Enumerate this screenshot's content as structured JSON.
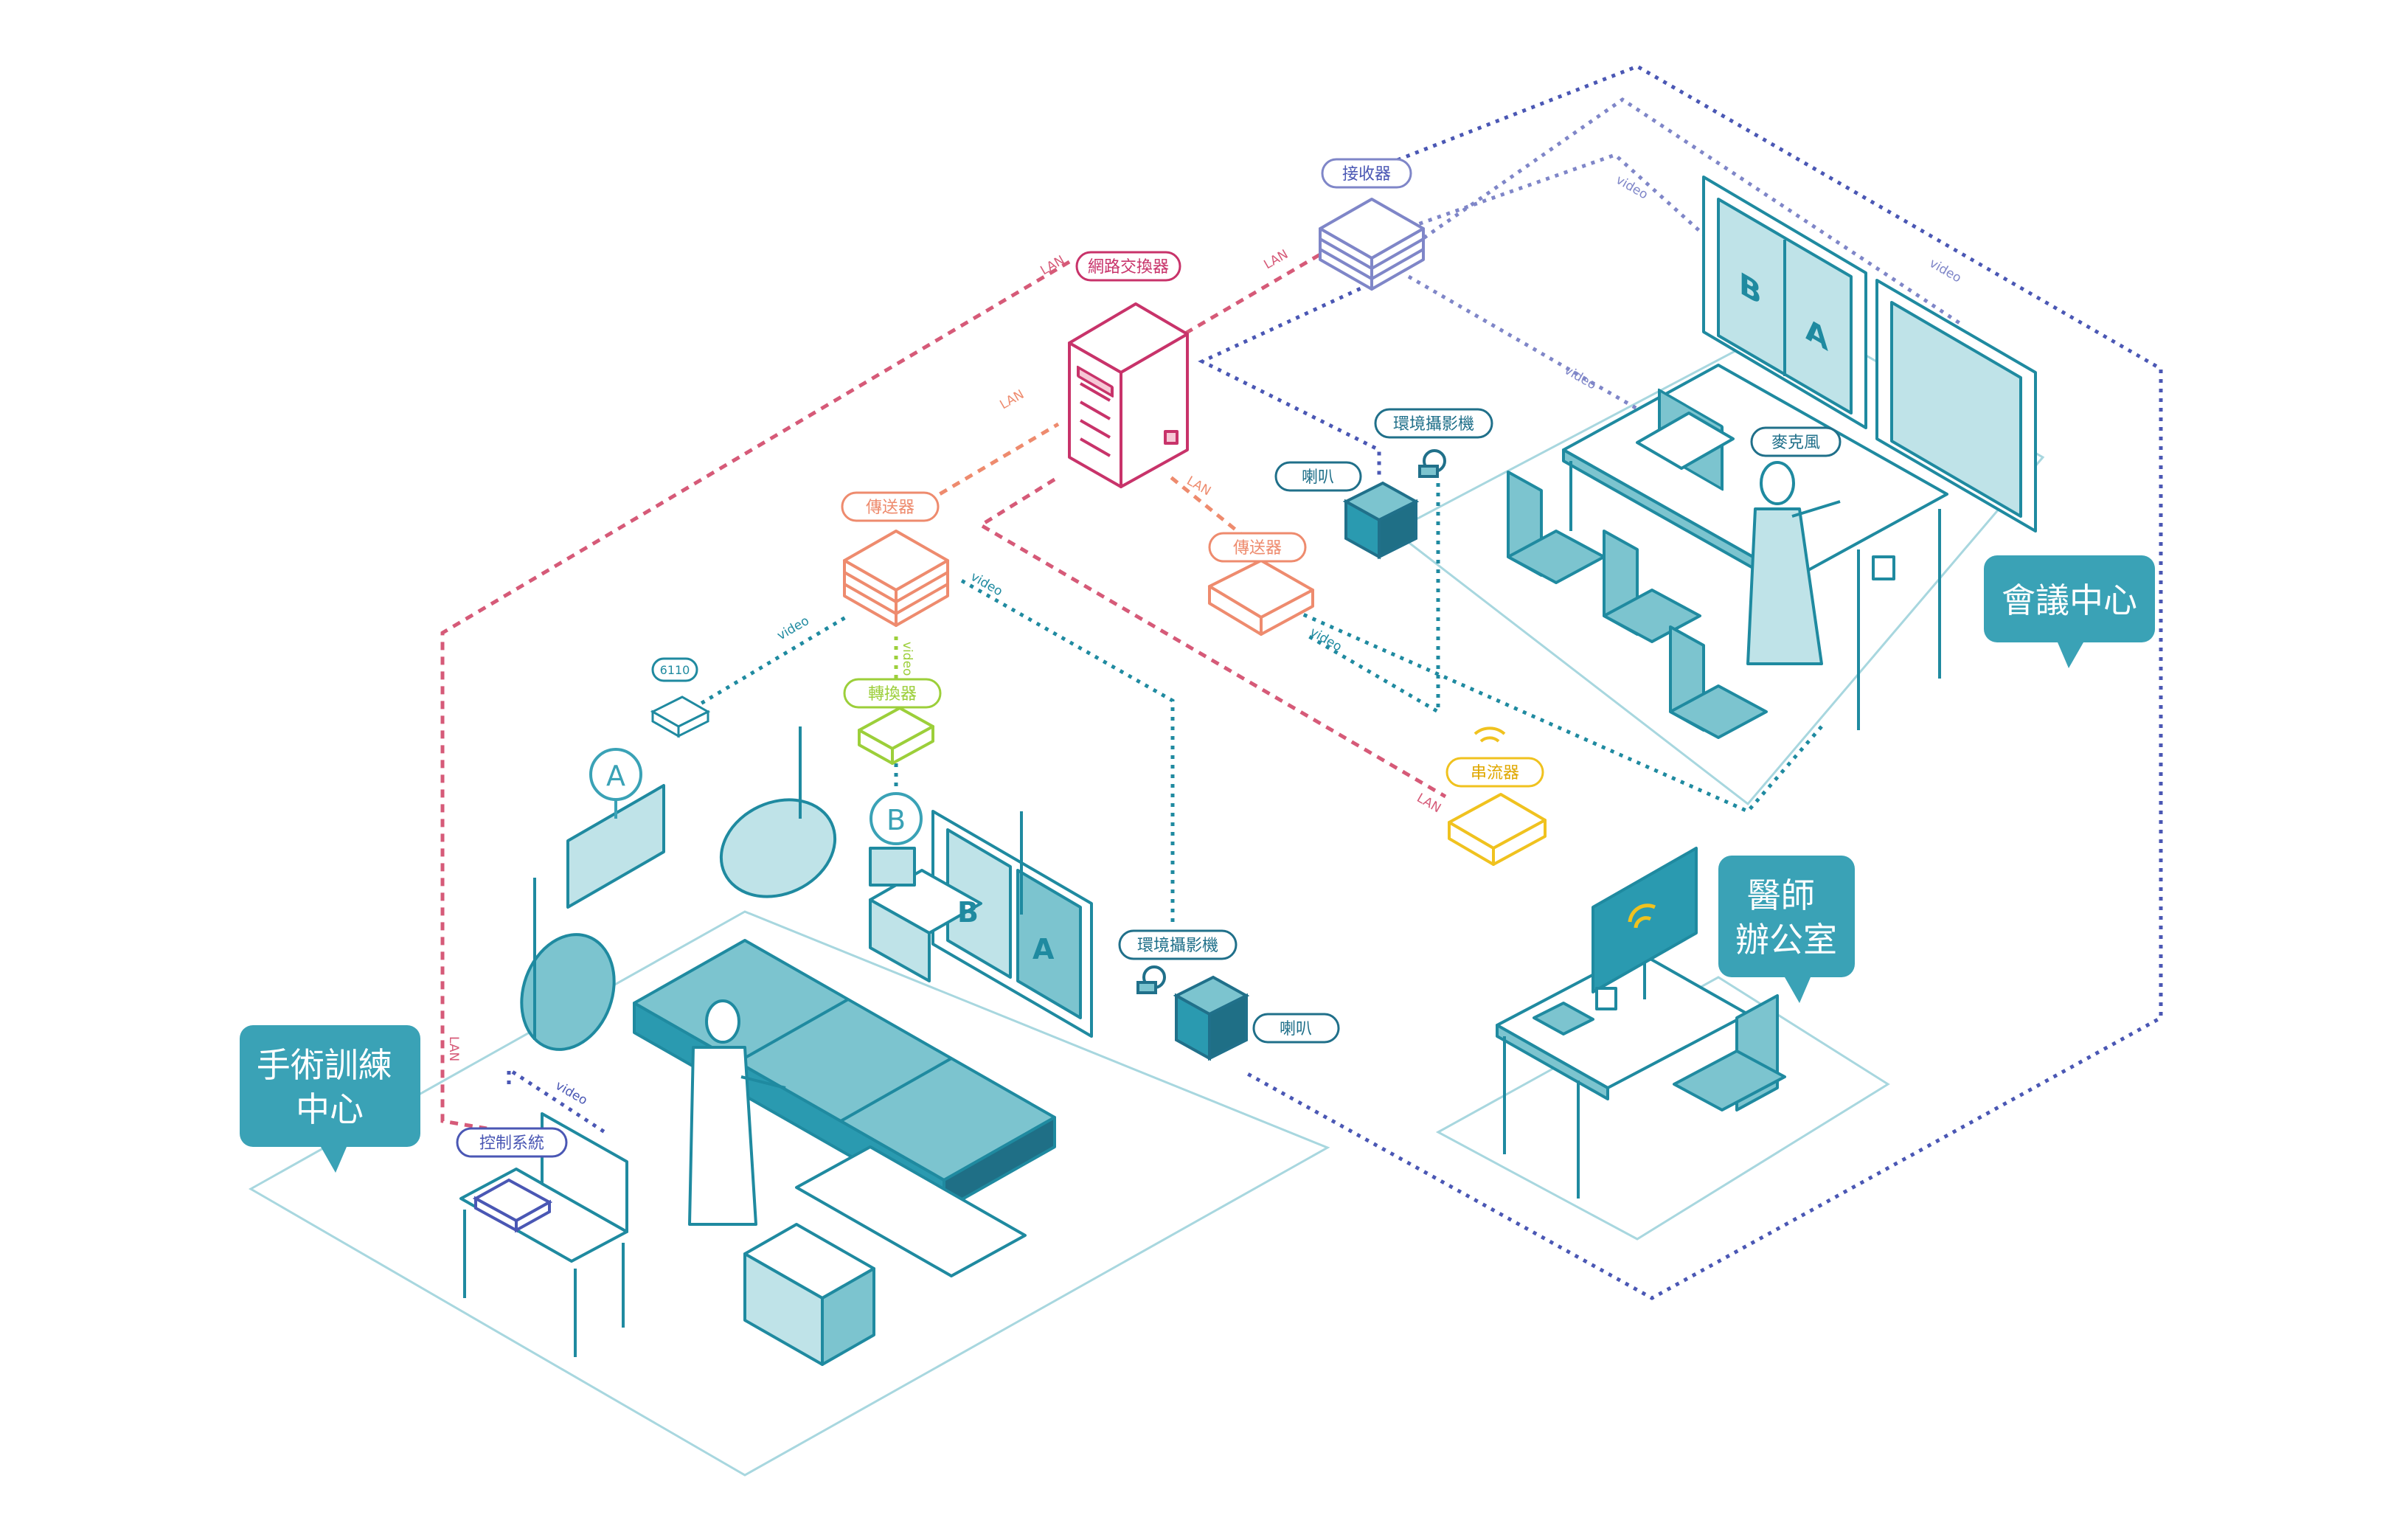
{
  "colors": {
    "teal": "#1f8aa0",
    "teal_fill": "#7cc4cf",
    "teal_light": "#bfe3e8",
    "teal_dark": "#2a9ab0",
    "lan_red": "#d65a78",
    "lan_orange": "#ee8b6e",
    "green": "#9ccf3a",
    "yellow": "#f0c21f",
    "blue": "#4a57b4",
    "lavender": "#7f86c8",
    "switch_pink": "#c8336a",
    "dark_teal": "#20708a",
    "floor": "#9fd3dc",
    "callout_bg": "#3aa2b6"
  },
  "areas": {
    "surgery": "手術訓練\n中心",
    "conference": "會議中心",
    "office": "醫師\n辦公室"
  },
  "devices": {
    "switch": "網路交換器",
    "receiver": "接收器",
    "transmitter_main": "傳送器",
    "transmitter_conf": "傳送器",
    "converter": "轉換器",
    "streamer": "串流器",
    "camera_surgery": "環境攝影機",
    "camera_conf": "環境攝影機",
    "speaker_surgery": "喇叭",
    "speaker_conf": "喇叭",
    "microphone": "麥克風",
    "control": "控制系統",
    "model_6110": "6110"
  },
  "markers": {
    "a": "A",
    "b": "B"
  },
  "screen_letters": {
    "b": "B",
    "a": "A"
  },
  "edge_labels": {
    "lan": "LAN",
    "video": "video"
  }
}
